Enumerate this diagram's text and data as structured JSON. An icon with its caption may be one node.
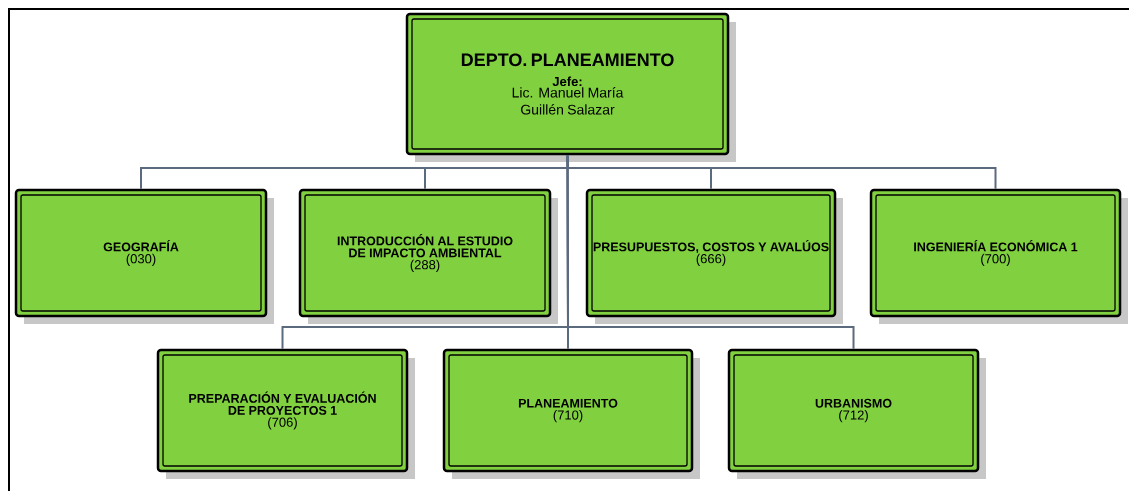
{
  "diagram": {
    "nodes": [
      {
        "text": [
          "DEPTO. PLANEAMIENTO",
          "Jefe:",
          "Lic. Manuel María Guillén Salazar"
        ]
      },
      {
        "text": [
          "GEOGRAFÍA",
          "(030)"
        ]
      },
      {
        "text": [
          "INTRODUCCIÓN AL ESTUDIO DE IMPACTO AMBIENTAL",
          "(288)"
        ]
      },
      {
        "text": [
          "PRESUPUESTOS, COSTOS Y AVALÚOS",
          "(666)"
        ]
      },
      {
        "text": [
          "INGENIERÍA ECONÓMICA 1",
          "(700)"
        ]
      },
      {
        "text": [
          "PREPARACIÓN Y EVALUACIÓN DE PROYECTOS 1",
          "(706)"
        ]
      },
      {
        "text": [
          "PLANEAMIENTO",
          "(710)"
        ]
      },
      {
        "text": [
          "URBANISMO",
          "(712)"
        ]
      }
    ],
    "edges": [
      {
        "from": 0,
        "to": 1,
        "arrow": "none"
      },
      {
        "from": 0,
        "to": 2,
        "arrow": "none"
      },
      {
        "from": 0,
        "to": 3,
        "arrow": "none"
      },
      {
        "from": 0,
        "to": 4,
        "arrow": "none"
      },
      {
        "from": 0,
        "to": 5,
        "arrow": "none"
      },
      {
        "from": 0,
        "to": 6,
        "arrow": "none"
      },
      {
        "from": 0,
        "to": 7,
        "arrow": "none"
      }
    ]
  }
}
